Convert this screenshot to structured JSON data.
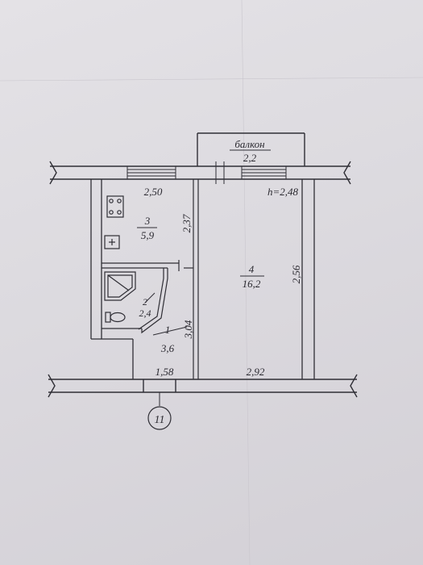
{
  "plan": {
    "balcony": {
      "label": "балкон",
      "area": "2,2"
    },
    "ceiling_height": "h=2,48",
    "rooms": [
      {
        "number": "1",
        "area": "3,6"
      },
      {
        "number": "2",
        "area": "2,4"
      },
      {
        "number": "3",
        "area": "5,9"
      },
      {
        "number": "4",
        "area": "16,2"
      }
    ],
    "dimensions": {
      "kitchen_width": "2,50",
      "kitchen_depth": "2,37",
      "room_depth": "2,56",
      "hall_depth": "3,04",
      "hall_width": "1,58",
      "room_width": "2,92"
    },
    "axis_marker": "11"
  }
}
